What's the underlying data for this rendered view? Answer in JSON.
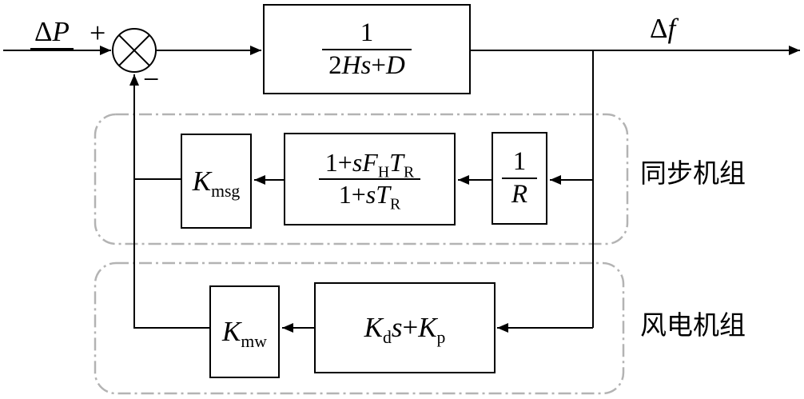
{
  "signals": {
    "input": {
      "delta": "Δ",
      "variable": "P"
    },
    "output": {
      "delta": "Δ",
      "variable": "f"
    },
    "sum_plus_sign": "+",
    "sum_minus_sign": "−"
  },
  "blocks": {
    "inertia": {
      "numerator": "1",
      "denominator": [
        {
          "t": "2"
        },
        {
          "t": "Hs"
        },
        {
          "t": "+"
        },
        {
          "t": "D"
        }
      ]
    },
    "reheat": {
      "numerator": [
        {
          "t": "1+"
        },
        {
          "t": "s"
        },
        {
          "t": "F"
        },
        {
          "t": "H"
        },
        {
          "t": "T"
        },
        {
          "t": "R"
        }
      ],
      "denominator": [
        {
          "t": "1+"
        },
        {
          "t": "s"
        },
        {
          "t": "T"
        },
        {
          "t": "R"
        }
      ]
    },
    "droop": {
      "numerator": "1",
      "denominator": "R"
    },
    "kmsg": {
      "base": "K",
      "sub": "msg"
    },
    "kmw": {
      "base": "K",
      "sub": "mw"
    },
    "pd": [
      {
        "t": "K"
      },
      {
        "t": "d"
      },
      {
        "t": "s"
      },
      {
        "t": "+"
      },
      {
        "t": "K"
      },
      {
        "t": "p"
      }
    ]
  },
  "groups": {
    "sync": {
      "label": "同步机组"
    },
    "wind": {
      "label": "风电机组"
    }
  },
  "colors": {
    "line": "#000000",
    "group_border": "#b3b3b3",
    "background": "#ffffff"
  }
}
